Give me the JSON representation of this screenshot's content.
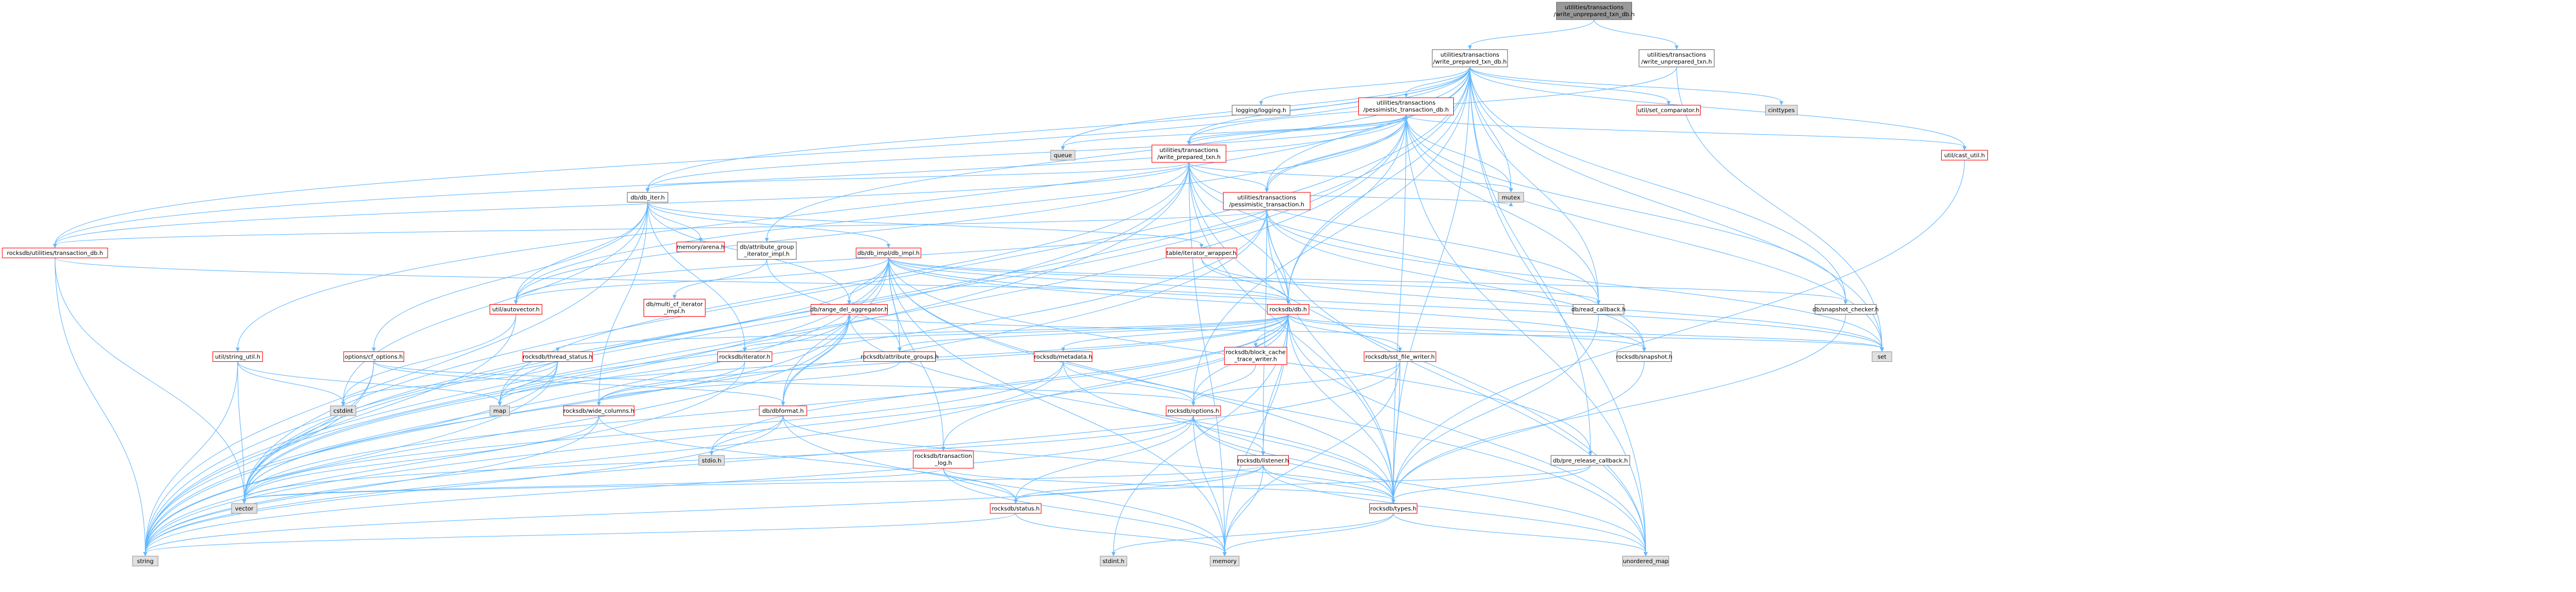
{
  "nodes": [
    {
      "id": "n_main",
      "lines": [
        "utilities/transactions",
        "/write_unprepared_txn_db.h"
      ],
      "style": "main"
    },
    {
      "id": "n_wpdb",
      "lines": [
        "utilities/transactions",
        "/write_prepared_txn_db.h"
      ],
      "style": "white"
    },
    {
      "id": "n_wutxn",
      "lines": [
        "utilities/transactions",
        "/write_unprepared_txn.h"
      ],
      "style": "white"
    },
    {
      "id": "n_logging",
      "lines": [
        "logging/logging.h"
      ],
      "style": "white"
    },
    {
      "id": "n_pess_db",
      "lines": [
        "utilities/transactions",
        "/pessimistic_transaction_db.h"
      ],
      "style": "red"
    },
    {
      "id": "n_setcmp",
      "lines": [
        "util/set_comparator.h"
      ],
      "style": "red"
    },
    {
      "id": "n_cinttypes",
      "lines": [
        "cinttypes"
      ],
      "style": "grey"
    },
    {
      "id": "n_queue",
      "lines": [
        "queue"
      ],
      "style": "grey"
    },
    {
      "id": "n_wptxn",
      "lines": [
        "utilities/transactions",
        "/write_prepared_txn.h"
      ],
      "style": "red"
    },
    {
      "id": "n_castutil",
      "lines": [
        "util/cast_util.h"
      ],
      "style": "red"
    },
    {
      "id": "n_dbiter",
      "lines": [
        "db/db_iter.h"
      ],
      "style": "white"
    },
    {
      "id": "n_pess_txn",
      "lines": [
        "utilities/transactions",
        "/pessimistic_transaction.h"
      ],
      "style": "red"
    },
    {
      "id": "n_mutex",
      "lines": [
        "mutex"
      ],
      "style": "grey"
    },
    {
      "id": "n_attr_iter",
      "lines": [
        "db/attribute_group",
        "_iterator_impl.h"
      ],
      "style": "white"
    },
    {
      "id": "n_dbimpl",
      "lines": [
        "db/db_impl/db_impl.h"
      ],
      "style": "red"
    },
    {
      "id": "n_iterwrap",
      "lines": [
        "table/iterator_wrapper.h"
      ],
      "style": "red"
    },
    {
      "id": "n_txn_db",
      "lines": [
        "rocksdb/utilities/transaction_db.h"
      ],
      "style": "red"
    },
    {
      "id": "n_arena",
      "lines": [
        "memory/arena.h"
      ],
      "style": "red"
    },
    {
      "id": "n_autovec",
      "lines": [
        "util/autovector.h"
      ],
      "style": "red"
    },
    {
      "id": "n_multicf",
      "lines": [
        "db/multi_cf_iterator",
        "_impl.h"
      ],
      "style": "red"
    },
    {
      "id": "n_range_del",
      "lines": [
        "db/range_del_aggregator.h"
      ],
      "style": "red"
    },
    {
      "id": "n_rdb",
      "lines": [
        "rocksdb/db.h"
      ],
      "style": "red"
    },
    {
      "id": "n_readcb",
      "lines": [
        "db/read_callback.h"
      ],
      "style": "white"
    },
    {
      "id": "n_snapcheck",
      "lines": [
        "db/snapshot_checker.h"
      ],
      "style": "white"
    },
    {
      "id": "n_strutil",
      "lines": [
        "util/string_util.h"
      ],
      "style": "red"
    },
    {
      "id": "n_cfoptions",
      "lines": [
        "options/cf_options.h"
      ],
      "style": "red"
    },
    {
      "id": "n_thrstatus",
      "lines": [
        "rocksdb/thread_status.h"
      ],
      "style": "red"
    },
    {
      "id": "n_iterator",
      "lines": [
        "rocksdb/iterator.h"
      ],
      "style": "red"
    },
    {
      "id": "n_attrgroups",
      "lines": [
        "rocksdb/attribute_groups.h"
      ],
      "style": "red"
    },
    {
      "id": "n_metadata",
      "lines": [
        "rocksdb/metadata.h"
      ],
      "style": "red"
    },
    {
      "id": "n_blockcache",
      "lines": [
        "rocksdb/block_cache",
        "_trace_writer.h"
      ],
      "style": "red"
    },
    {
      "id": "n_sstwriter",
      "lines": [
        "rocksdb/sst_file_writer.h"
      ],
      "style": "red"
    },
    {
      "id": "n_snapshot",
      "lines": [
        "rocksdb/snapshot.h"
      ],
      "style": "white"
    },
    {
      "id": "n_set",
      "lines": [
        "set"
      ],
      "style": "grey"
    },
    {
      "id": "n_cstdint",
      "lines": [
        "cstdint"
      ],
      "style": "grey"
    },
    {
      "id": "n_map",
      "lines": [
        "map"
      ],
      "style": "grey"
    },
    {
      "id": "n_widecols",
      "lines": [
        "rocksdb/wide_columns.h"
      ],
      "style": "red"
    },
    {
      "id": "n_dbformat",
      "lines": [
        "db/dbformat.h"
      ],
      "style": "red"
    },
    {
      "id": "n_options",
      "lines": [
        "rocksdb/options.h"
      ],
      "style": "red"
    },
    {
      "id": "n_txnlog",
      "lines": [
        "rocksdb/transaction",
        "_log.h"
      ],
      "style": "red"
    },
    {
      "id": "n_listener",
      "lines": [
        "rocksdb/listener.h"
      ],
      "style": "red"
    },
    {
      "id": "n_prerelease",
      "lines": [
        "db/pre_release_callback.h"
      ],
      "style": "white"
    },
    {
      "id": "n_stdio",
      "lines": [
        "stdio.h"
      ],
      "style": "grey"
    },
    {
      "id": "n_status",
      "lines": [
        "rocksdb/status.h"
      ],
      "style": "red"
    },
    {
      "id": "n_types",
      "lines": [
        "rocksdb/types.h"
      ],
      "style": "red"
    },
    {
      "id": "n_vector",
      "lines": [
        "vector"
      ],
      "style": "grey"
    },
    {
      "id": "n_string",
      "lines": [
        "string"
      ],
      "style": "grey"
    },
    {
      "id": "n_stdint",
      "lines": [
        "stdint.h"
      ],
      "style": "grey"
    },
    {
      "id": "n_memory",
      "lines": [
        "memory"
      ],
      "style": "grey"
    },
    {
      "id": "n_umap",
      "lines": [
        "unordered_map"
      ],
      "style": "grey"
    }
  ]
}
